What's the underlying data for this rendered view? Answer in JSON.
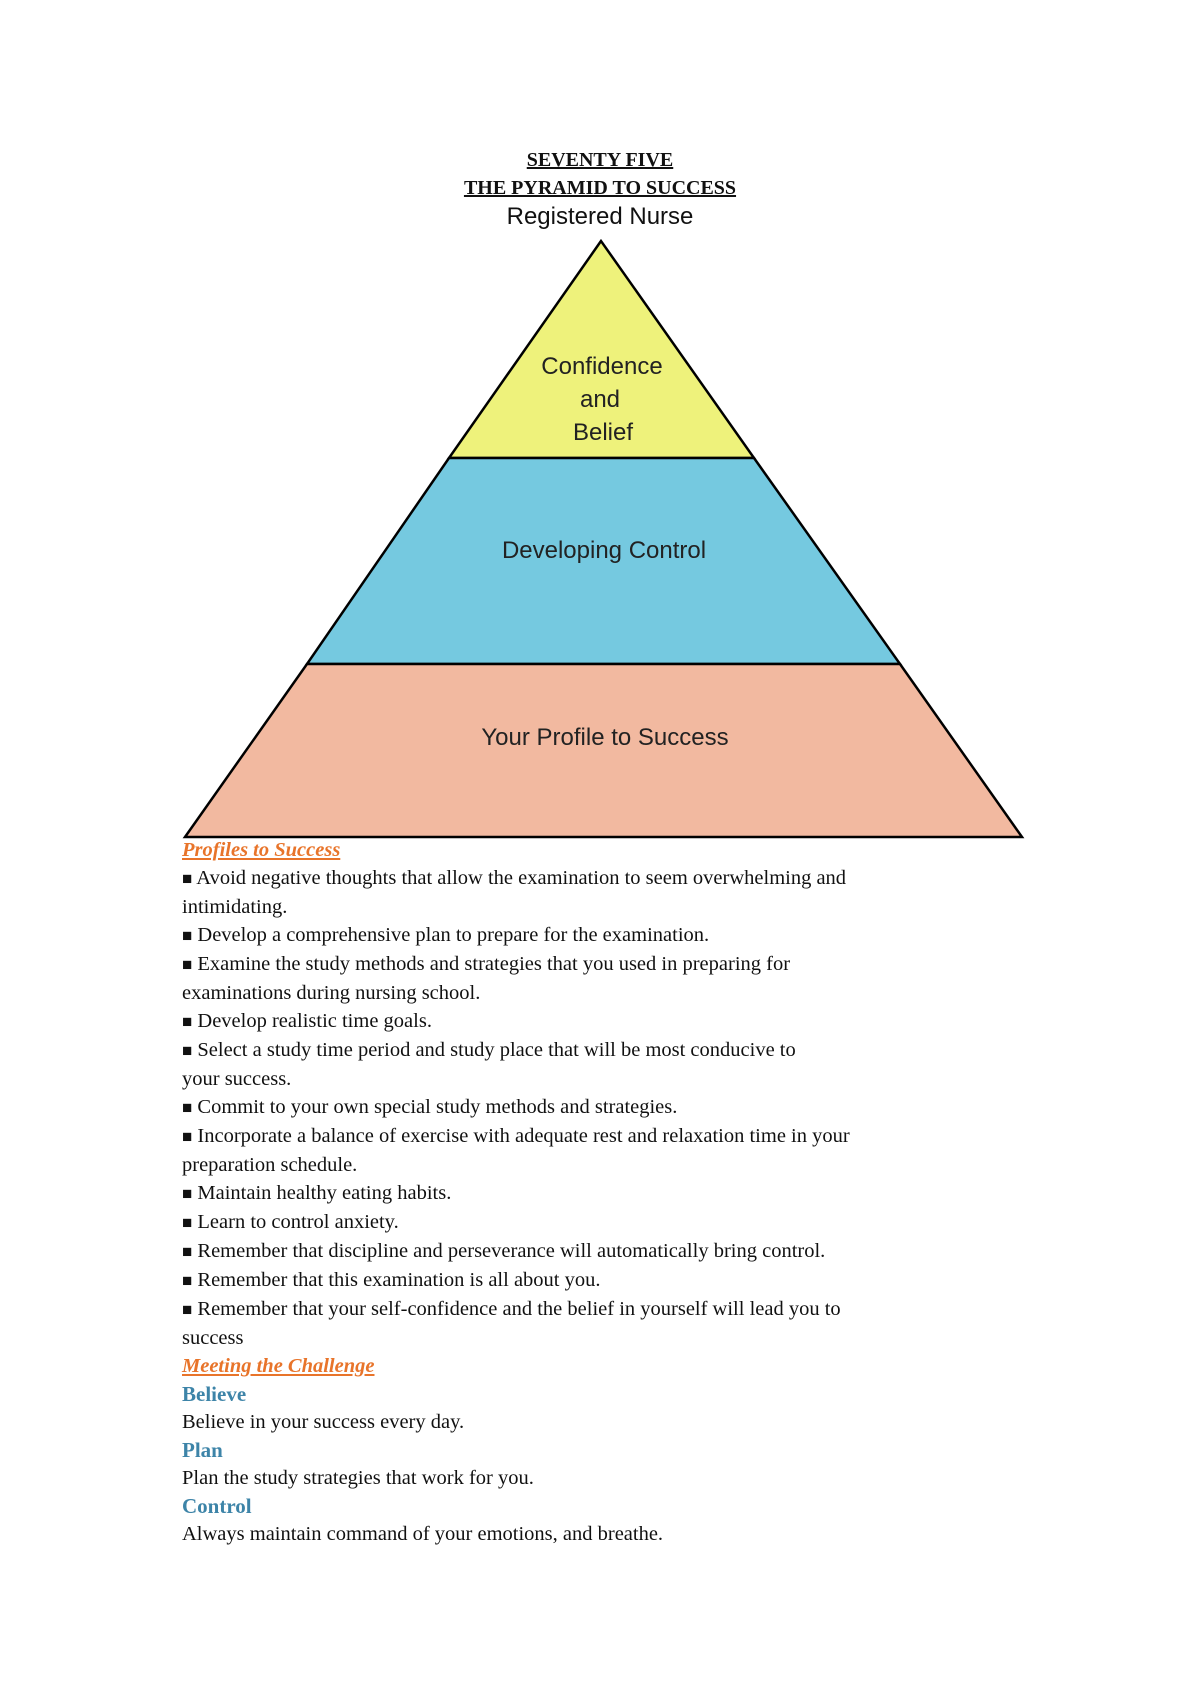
{
  "header": {
    "line1": "SEVENTY FIVE",
    "line2": "THE PYRAMID TO SUCCESS",
    "line3": "Registered Nurse"
  },
  "pyramid": {
    "top": {
      "lines": [
        "Confidence",
        "and",
        "Belief"
      ],
      "color": "#eef27b"
    },
    "middle": {
      "label": "Developing Control",
      "color": "#75c9e0"
    },
    "bottom": {
      "label": "Your Profile to Success",
      "color": "#f2b9a0"
    }
  },
  "profiles": {
    "heading": "Profiles to Success",
    "bullet_glyph": "■",
    "items": [
      [
        "Avoid negative thoughts that allow the examination to seem overwhelming and",
        "intimidating."
      ],
      [
        "Develop a comprehensive plan to prepare for the examination."
      ],
      [
        "Examine the study methods and strategies that you used in preparing for",
        "examinations during nursing school."
      ],
      [
        "Develop realistic time goals."
      ],
      [
        "Select a study time period and study place that will be most conducive to",
        "your success."
      ],
      [
        "Commit to your own special study methods and strategies."
      ],
      [
        "Incorporate a balance of exercise with adequate rest and relaxation time in your",
        "preparation schedule."
      ],
      [
        "Maintain healthy eating habits."
      ],
      [
        "Learn to control anxiety."
      ],
      [
        "Remember that discipline and perseverance will automatically bring control."
      ],
      [
        "Remember that this examination is all about you."
      ],
      [
        "Remember that your self-confidence and the belief in yourself will lead you to",
        "success"
      ]
    ]
  },
  "challenge": {
    "heading": "Meeting the Challenge",
    "believe": {
      "title": "Believe",
      "text": "Believe in your success every day."
    },
    "plan": {
      "title": "Plan",
      "text": "Plan the study strategies that work for you."
    },
    "control": {
      "title": "Control",
      "text": "Always maintain command of your emotions, and breathe."
    }
  },
  "colors": {
    "heading_orange": "#e8742a",
    "subheading_blue": "#3d84a8"
  }
}
